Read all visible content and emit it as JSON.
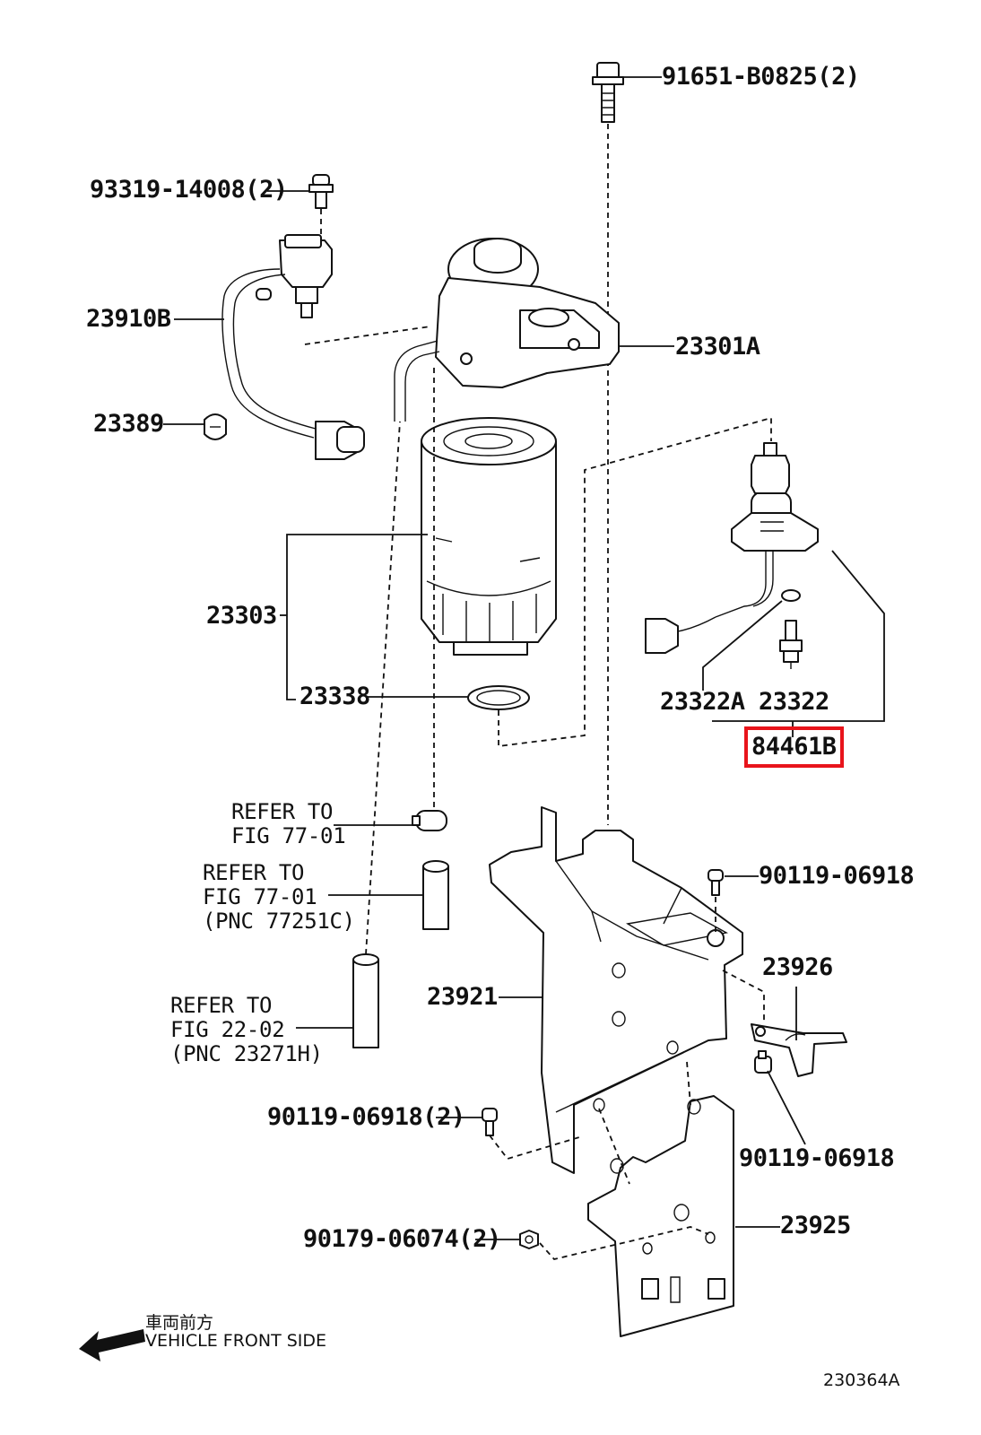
{
  "labels": {
    "bolt_top": "91651-B0825(2)",
    "screw_sensor": "93319-14008(2)",
    "wire_harness": "23910B",
    "filter_head": "23301A",
    "clamp": "23389",
    "filter_element": "23303",
    "o_ring": "23338",
    "refer_1": "REFER TO\nFIG 77-01",
    "refer_2": "REFER TO\nFIG 77-01\n(PNC 77251C)",
    "refer_3": "REFER TO\nFIG 22-02\n(PNC 23271H)",
    "gasket": "23322A",
    "sensor_switch": "23322",
    "sensor_assy": "84461B",
    "bolt_right": "90119-06918",
    "clamp_right": "23926",
    "bracket": "23921",
    "bolt_left": "90119-06918(2)",
    "bolt_lower_right": "90119-06918",
    "nut": "90179-06074(2)",
    "plate": "23925"
  },
  "direction": {
    "jp": "車両前方",
    "en": "VEHICLE FRONT SIDE"
  },
  "figure_id": "230364A",
  "highlight_color": "#e8141b"
}
